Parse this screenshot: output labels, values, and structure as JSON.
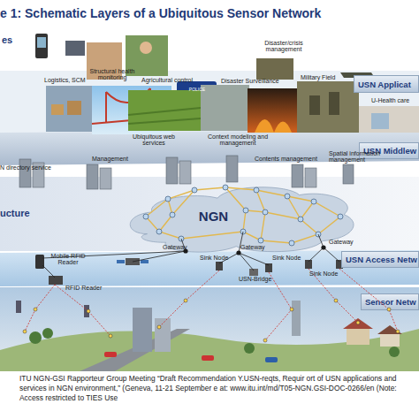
{
  "diagram": {
    "title": "e 1: Schematic Layers of a Ubiquitous Sensor Network",
    "caption": "ITU NGN-GSI Rapporteur Group Meeting “Draft Recommendation Y.USN-reqts, Requir ort of USN applications and services in NGN environment,” (Geneva, 11-21 September e at: www.itu.int/md/T05-NGN.GSI-DOC-0266/en (Note: Access restricted to TIES Use",
    "nodes": [
      {
        "text": [
          "USN Applicat"
        ]
      },
      {
        "text": [
          "USN Middlew"
        ]
      },
      {
        "text": [
          "NGN"
        ]
      },
      {
        "text": [
          "USN Access Netw"
        ]
      },
      {
        "text": [
          "Sensor Netw"
        ]
      }
    ],
    "labels": [
      "es",
      "Logistics, SCM",
      "Structural health monitoring",
      "Agricultural control",
      "Disaster/crisis management",
      "Disaster Surveillance",
      "Military Field",
      "U-Health care",
      "POLICE",
      "Ubiquitous web services",
      "Context modeling and management",
      "Spatial information management",
      "N directory service",
      "Management",
      "Contents management",
      "ucture",
      "Gateway",
      "Gateway",
      "Gateway",
      "Mobile RFID Reader",
      "Sink Node",
      "Sink Node",
      "USN-Bridge",
      "Sink Node",
      "RFID Reader"
    ]
  }
}
